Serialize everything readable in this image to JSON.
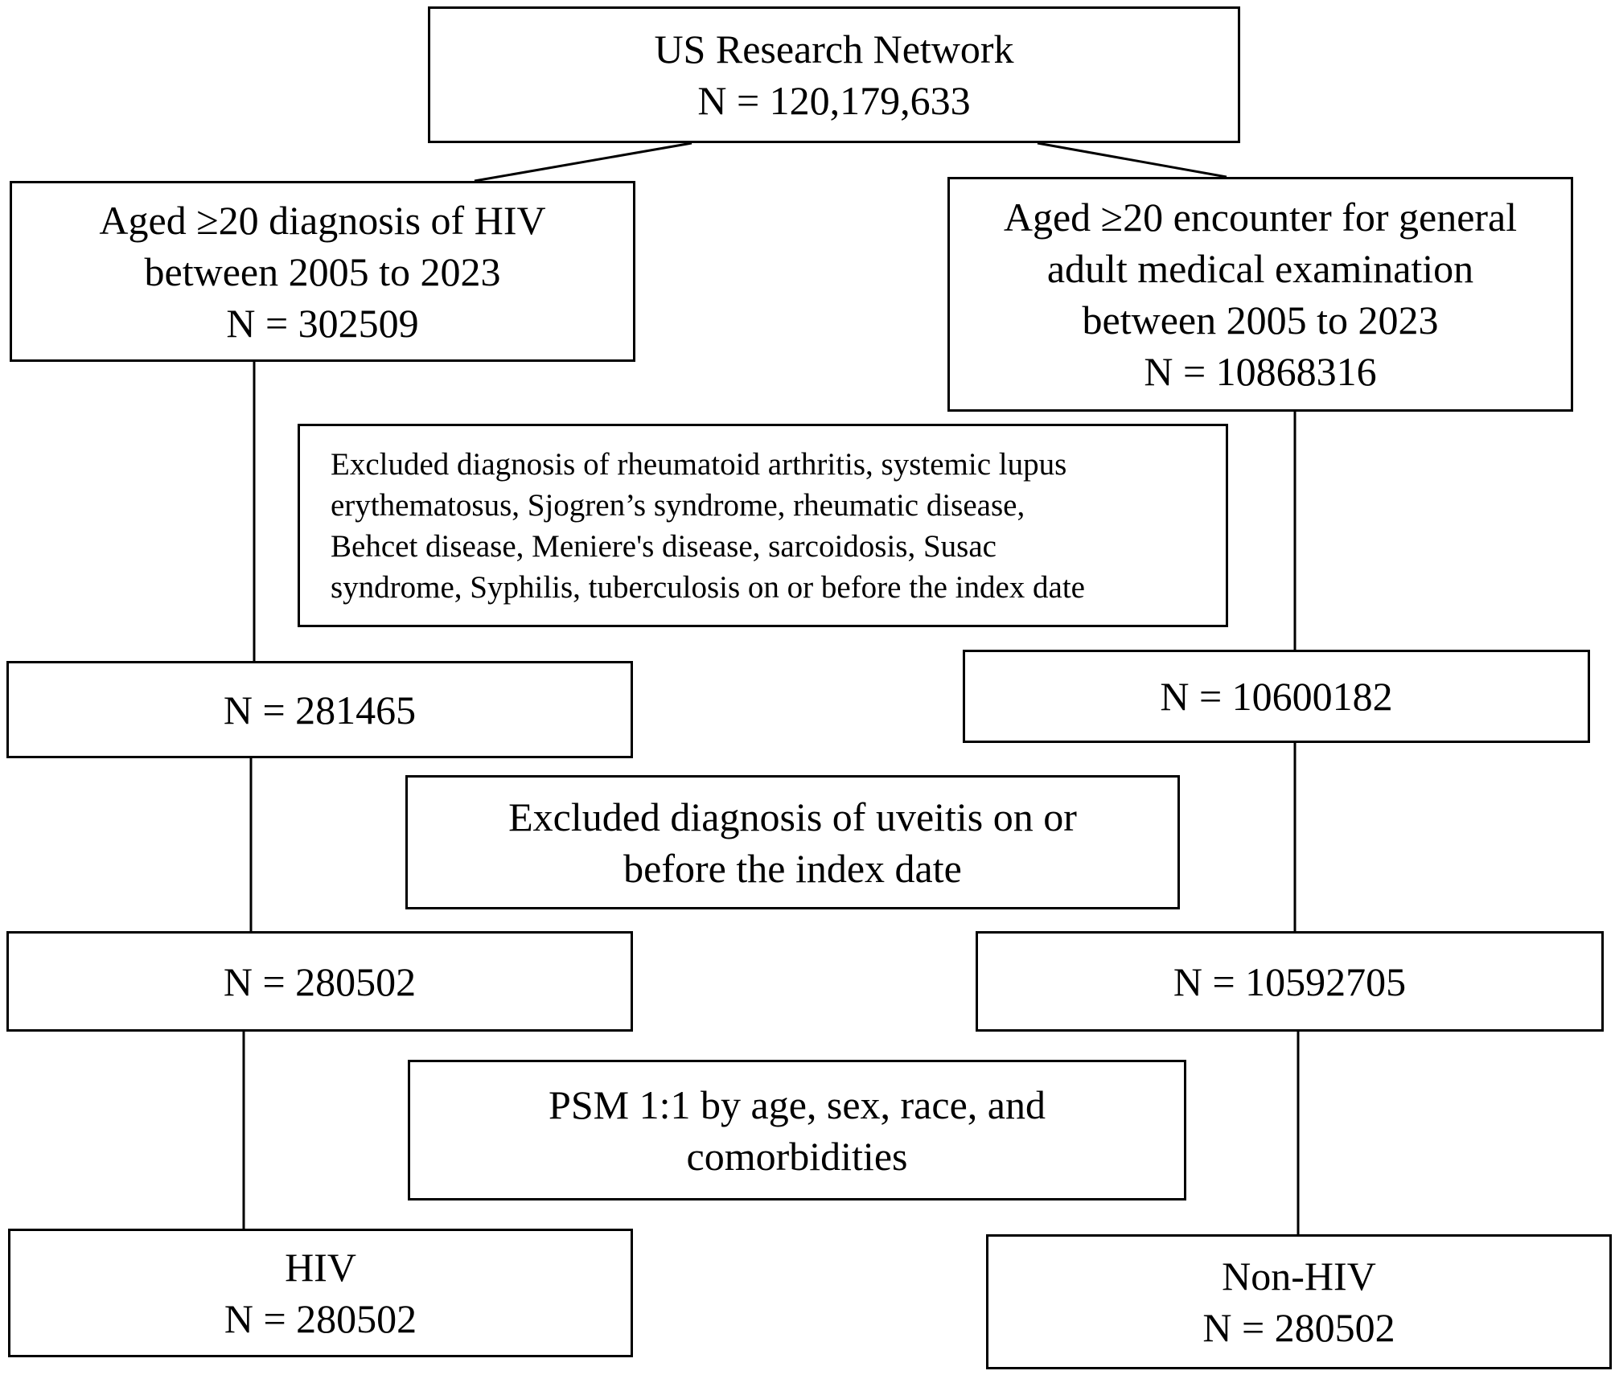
{
  "nodes": {
    "top": {
      "lines": [
        "US Research Network",
        "N = 120,179,633"
      ]
    },
    "hiv_start": {
      "lines": [
        "Aged ≥20 diagnosis of HIV",
        "between 2005 to 2023",
        "N = 302509"
      ]
    },
    "control_start": {
      "lines": [
        "Aged ≥20 encounter for general",
        "adult medical examination",
        "between 2005 to 2023",
        "N = 10868316"
      ]
    },
    "exclusion_1": {
      "lines": [
        "Excluded diagnosis of rheumatoid arthritis, systemic lupus",
        "erythematosus, Sjogren’s syndrome, rheumatic disease,",
        "Behcet disease, Meniere's disease, sarcoidosis, Susac",
        "syndrome, Syphilis, tuberculosis on or before the index date"
      ]
    },
    "hiv_after_1": {
      "lines": [
        "N = 281465"
      ]
    },
    "control_after_1": {
      "lines": [
        "N = 10600182"
      ]
    },
    "exclusion_2": {
      "lines": [
        "Excluded diagnosis of uveitis on or",
        "before the index date"
      ]
    },
    "hiv_after_2": {
      "lines": [
        "N = 280502"
      ]
    },
    "control_after_2": {
      "lines": [
        "N = 10592705"
      ]
    },
    "matching": {
      "lines": [
        "PSM 1:1 by age, sex, race, and",
        "comorbidities"
      ]
    },
    "hiv_final": {
      "lines": [
        "HIV",
        "N = 280502"
      ]
    },
    "control_final": {
      "lines": [
        "Non-HIV",
        "N = 280502"
      ]
    }
  }
}
